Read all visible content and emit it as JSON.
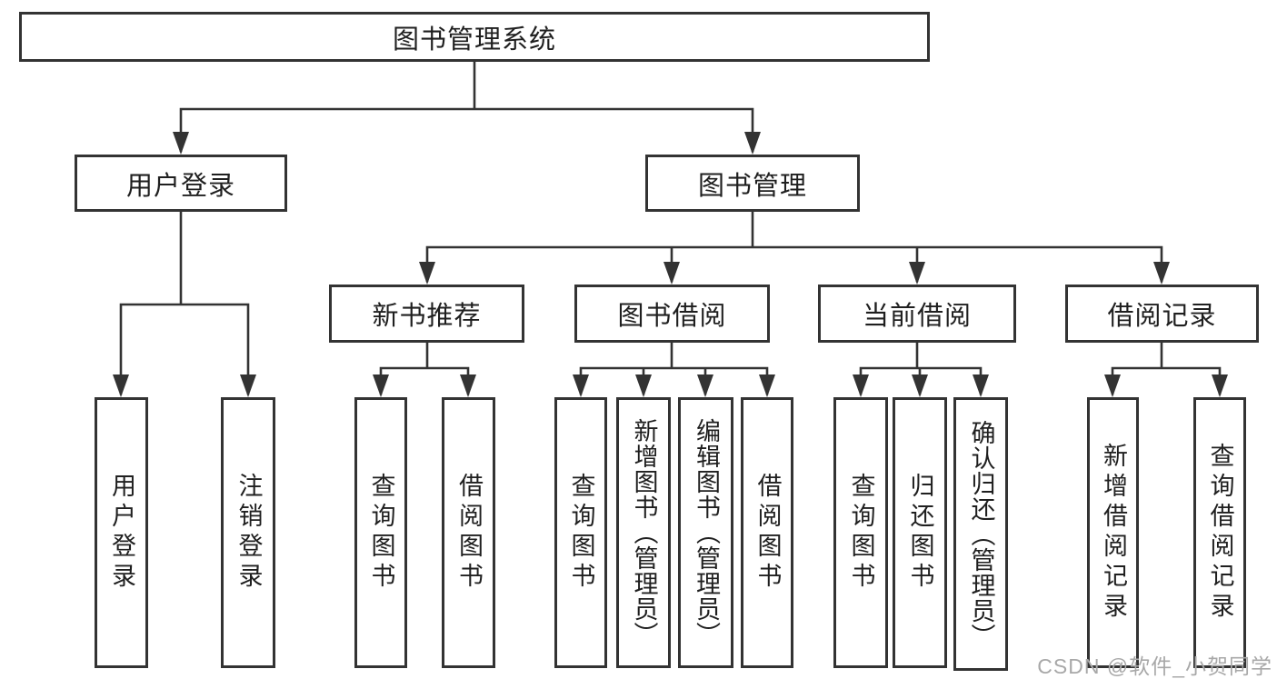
{
  "diagram_type": "hierarchy-tree",
  "tree": {
    "label": "图书管理系统",
    "children": [
      {
        "label": "用户登录",
        "children": [
          {
            "label": "用户登录"
          },
          {
            "label": "注销登录"
          }
        ]
      },
      {
        "label": "图书管理",
        "children": [
          {
            "label": "新书推荐",
            "children": [
              {
                "label": "查询图书"
              },
              {
                "label": "借阅图书"
              }
            ]
          },
          {
            "label": "图书借阅",
            "children": [
              {
                "label": "查询图书"
              },
              {
                "label": "新增图书（管理员）"
              },
              {
                "label": "编辑图书（管理员）"
              },
              {
                "label": "借阅图书"
              }
            ]
          },
          {
            "label": "当前借阅",
            "children": [
              {
                "label": "查询图书"
              },
              {
                "label": "归还图书"
              },
              {
                "label": "确认归还（管理员）"
              }
            ]
          },
          {
            "label": "借阅记录",
            "children": [
              {
                "label": "新增借阅记录"
              },
              {
                "label": "查询借阅记录"
              }
            ]
          }
        ]
      }
    ]
  },
  "watermark": {
    "text": "CSDN @软件_小贺同学"
  },
  "colors": {
    "line": "#333333",
    "box_border": "#333333",
    "text": "#1f1f1f",
    "watermark": "#a8a8a8",
    "background": "#ffffff"
  }
}
